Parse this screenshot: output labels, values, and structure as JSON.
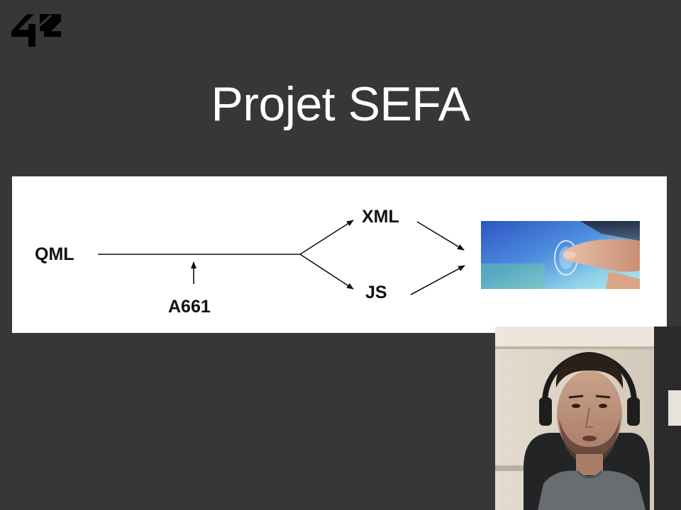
{
  "slide": {
    "logo_icon": "42-logo-icon",
    "title": "Projet SEFA"
  },
  "diagram": {
    "nodes": {
      "qml": "QML",
      "a661": "A661",
      "xml": "XML",
      "js": "JS"
    },
    "image_icon": "touchscreen-finger-image"
  },
  "webcam": {
    "icon": "presenter-webcam-image"
  },
  "colors": {
    "background": "#373737",
    "panel": "#ffffff",
    "text": "#ffffff",
    "diagram_text": "#111111"
  }
}
